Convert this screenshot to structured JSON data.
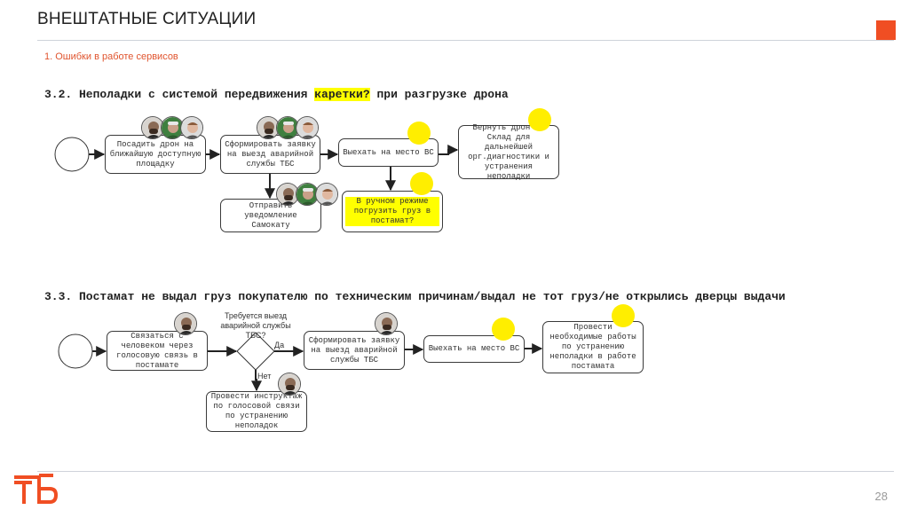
{
  "header": {
    "title": "ВНЕШТАТНЫЕ СИТУАЦИИ",
    "subtitle": "1. Ошибки в работе сервисов"
  },
  "section_1": {
    "title_before": "3.2. Неполадки с системой передвижения ",
    "title_highlight": "каретки?",
    "title_after": " при разгрузке дрона",
    "nodes": {
      "land_drone": "Посадить дрон на ближайшую доступную площадку",
      "create_request": "Сформировать заявку на выезд аварийной службы ТБС",
      "go_to_site": "Выехать на место ВС",
      "return_drone": "Вернуть дрон на Склад для дальнейшей орг.диагностики и устранения неполадки",
      "notify": "Отправить уведомление Самокату",
      "manual_load": "В ручном режиме погрузить груз в постамат?"
    }
  },
  "section_2": {
    "title": "3.3. Постамат не выдал груз покупателю по техническим причинам/выдал не тот груз/не открылись дверцы выдачи",
    "nodes": {
      "contact": "Связаться с человеком через голосовую связь в постамате",
      "decision": "Требуется выезд аварийной службы ТБС?",
      "yes": "Да",
      "no": "Нет",
      "create_request": "Сформировать заявку на выезд аварийной службы ТБС",
      "go_to_site": "Выехать на место ВС",
      "repair": "Провести необходимые работы по устранению неполадки в работе постамата",
      "instruct": "Провести инструктаж по голосовой связи по устранению неполадок"
    }
  },
  "footer": {
    "page_number": "28"
  },
  "colors": {
    "accent": "#f04e23",
    "highlight": "#ffff00",
    "marker": "#ffee00"
  }
}
